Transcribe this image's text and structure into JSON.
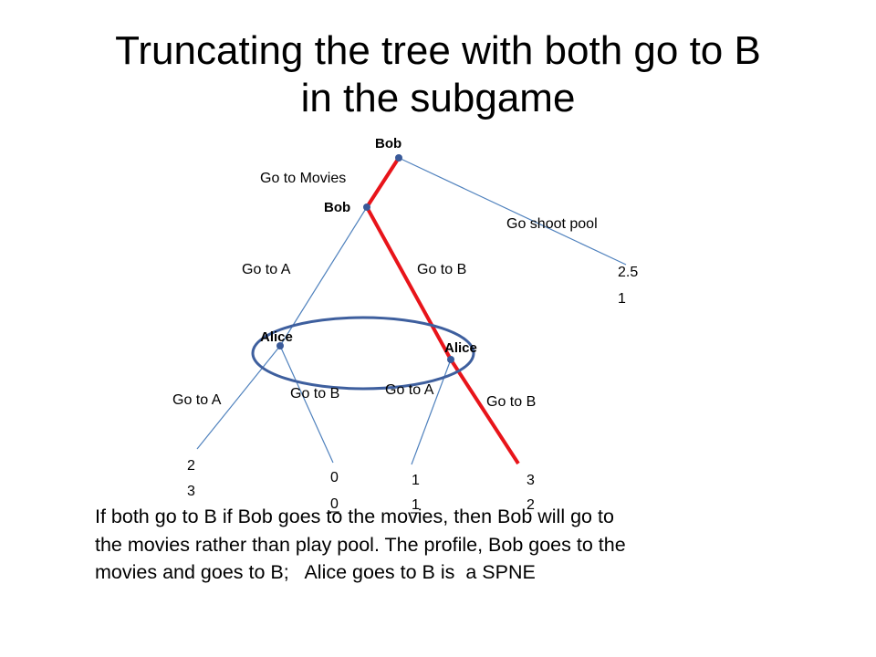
{
  "slide": {
    "title_line1": "Truncating the tree with both go to B",
    "title_line2": "in the subgame",
    "caption_line1": "If both go to B if Bob goes to the movies, then Bob will go to",
    "caption_line2": "the movies rather than play pool. The profile, Bob goes to the",
    "caption_line3": "movies and goes to B;   Alice goes to B is  a SPNE"
  },
  "tree": {
    "nodes": {
      "root": "Bob",
      "bob2": "Bob",
      "alice_left": "Alice",
      "alice_right": "Alice"
    },
    "edges": {
      "root_left": "Go to Movies",
      "root_right": "Go shoot pool",
      "bob_a": "Go to A",
      "bob_b": "Go to B",
      "alice_left_a": "Go to A",
      "alice_left_b": "Go to B",
      "alice_right_a": "Go to A",
      "alice_right_b": "Go to B"
    },
    "payoffs": {
      "pool": [
        "2.5",
        "1"
      ],
      "aa": [
        "2",
        "3"
      ],
      "ab": [
        "0",
        "0"
      ],
      "ba": [
        "1",
        "1"
      ],
      "bb": [
        "3",
        "2"
      ]
    }
  },
  "colors": {
    "highlight_path": "#e8141a",
    "branch": "#4f81bd",
    "node": "#3a5a99",
    "info_set": "#3e5f9e"
  }
}
